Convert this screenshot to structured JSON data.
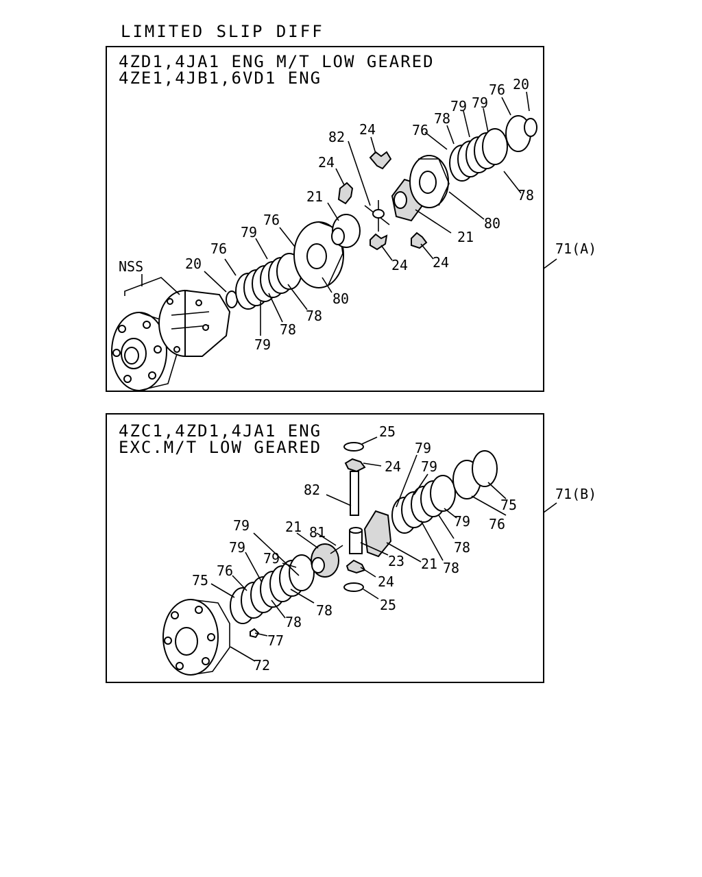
{
  "title": "LIMITED SLIP DIFF",
  "panel_a": {
    "header_line1": "4ZD1,4JA1 ENG M/T LOW GEARED",
    "header_line2": "4ZE1,4JB1,6VD1 ENG",
    "assembly_ref": "71(A)",
    "nss_label": "NSS",
    "callouts": {
      "c76_tr": "76",
      "c20_tr": "20",
      "c79_a": "79",
      "c79_b": "79",
      "c78_a": "78",
      "c76_mid": "76",
      "c24_top": "24",
      "c82": "82",
      "c24_left": "24",
      "c21_left": "21",
      "c78_right": "78",
      "c80_right": "80",
      "c21_right": "21",
      "c24_bot_a": "24",
      "c24_bot_b": "24",
      "c76_left": "76",
      "c79_left": "79",
      "c76_low": "76",
      "c20_left": "20",
      "c80_low": "80",
      "c78_low": "78",
      "c78_low2": "78",
      "c79_low": "79"
    }
  },
  "panel_b": {
    "header_line1": "4ZC1,4ZD1,4JA1 ENG",
    "header_line2": "EXC.M/T LOW GEARED",
    "assembly_ref": "71(B)",
    "callouts": {
      "c25_top": "25",
      "c24_top": "24",
      "c79_top": "79",
      "c79_top2": "79",
      "c82": "82",
      "c75_right": "75",
      "c76_right": "76",
      "c79_r": "79",
      "c78_r": "78",
      "c78_r2": "78",
      "c21_r": "21",
      "c23": "23",
      "c79_a": "79",
      "c21_l": "21",
      "c81": "81",
      "c79_b": "79",
      "c79_c": "79",
      "c76_l": "76",
      "c75_l": "75",
      "c24_bot": "24",
      "c25_bot": "25",
      "c78_l": "78",
      "c78_l2": "78",
      "c77": "77",
      "c72": "72"
    }
  }
}
